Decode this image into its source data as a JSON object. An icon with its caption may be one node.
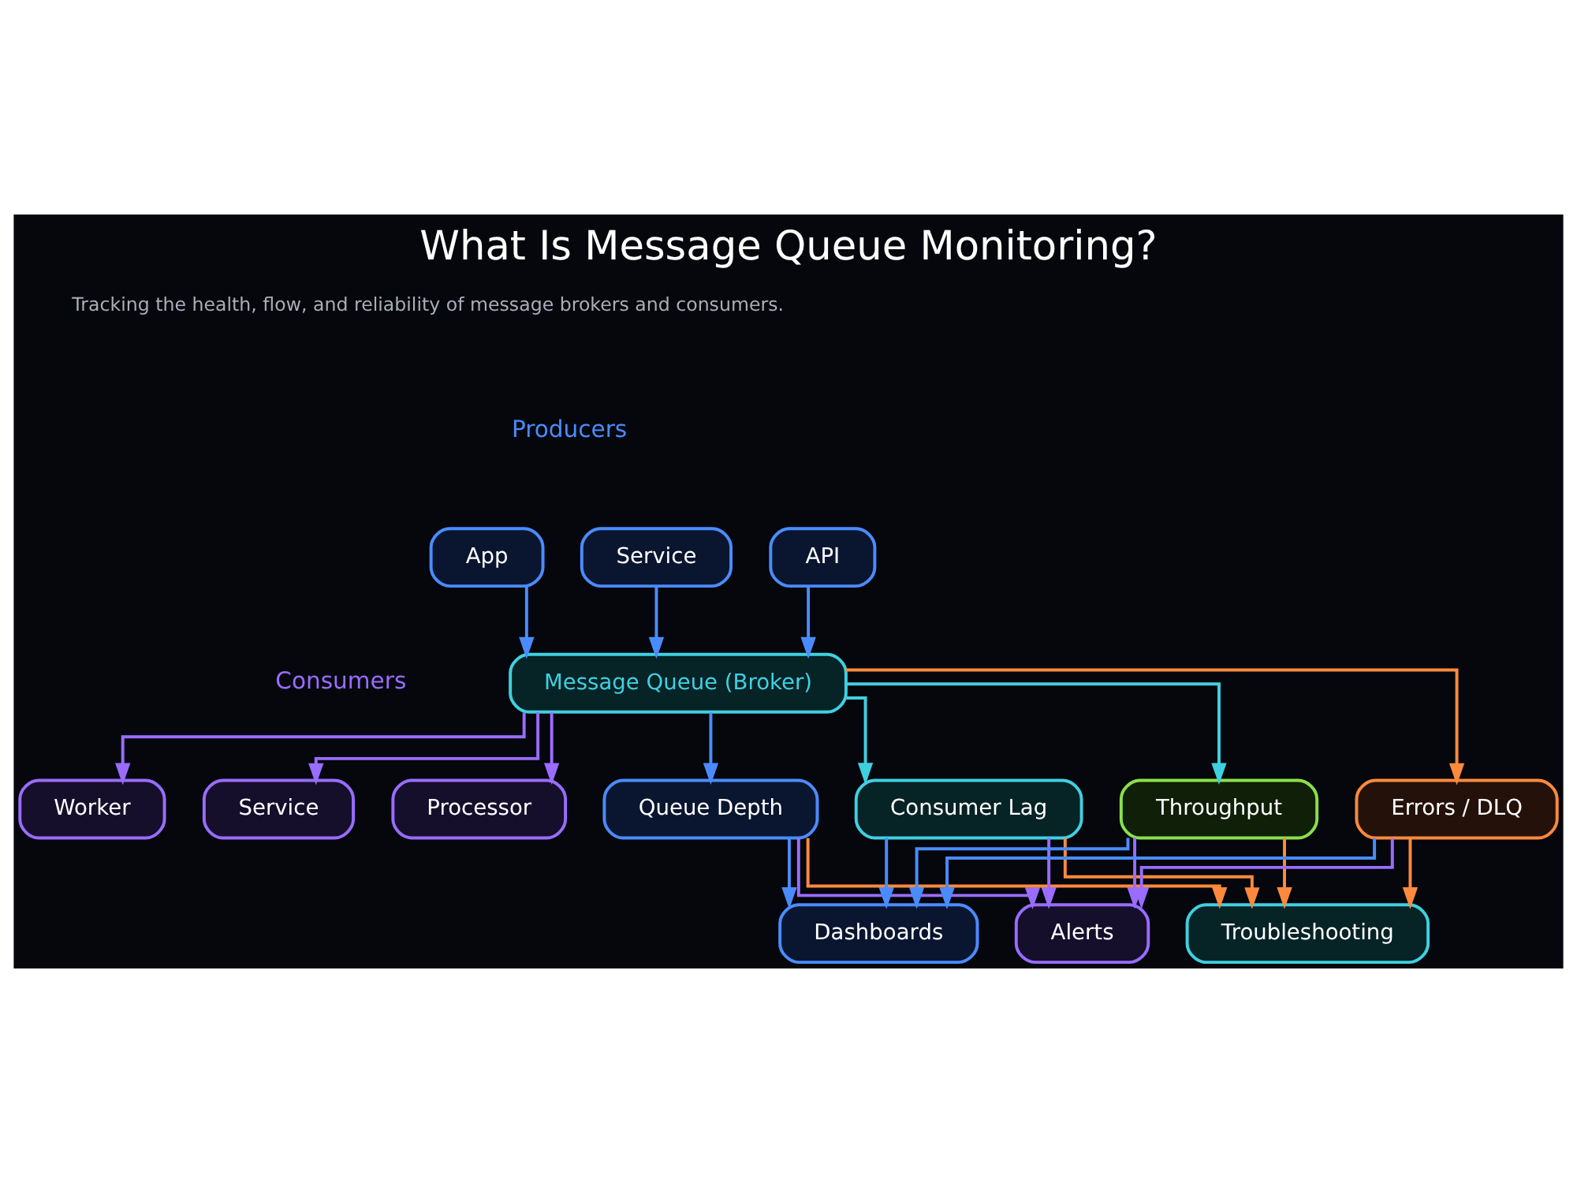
{
  "diagram": {
    "title": "What Is Message Queue Monitoring?",
    "nodes": [
      {
        "text": [
          "App"
        ]
      },
      {
        "text": [
          "Service"
        ]
      },
      {
        "text": [
          "API"
        ]
      },
      {
        "text": [
          "Message Queue (Broker)"
        ]
      },
      {
        "text": [
          "Worker"
        ]
      },
      {
        "text": [
          "Service"
        ]
      },
      {
        "text": [
          "Processor"
        ]
      },
      {
        "text": [
          "Queue Depth"
        ]
      },
      {
        "text": [
          "Consumer Lag"
        ]
      },
      {
        "text": [
          "Throughput"
        ]
      },
      {
        "text": [
          "Errors / DLQ"
        ]
      },
      {
        "text": [
          "Dashboards"
        ]
      },
      {
        "text": [
          "Alerts"
        ]
      },
      {
        "text": [
          "Troubleshooting"
        ]
      }
    ],
    "edges": [
      {
        "from": 0,
        "to": 3,
        "arrow": "to",
        "color": "#4a8cff"
      },
      {
        "from": 1,
        "to": 3,
        "arrow": "to",
        "color": "#4a8cff"
      },
      {
        "from": 2,
        "to": 3,
        "arrow": "to",
        "color": "#4a8cff"
      },
      {
        "from": 3,
        "to": 4,
        "arrow": "to",
        "color": "#9a6cff"
      },
      {
        "from": 3,
        "to": 5,
        "arrow": "to",
        "color": "#9a6cff"
      },
      {
        "from": 3,
        "to": 6,
        "arrow": "to",
        "color": "#9a6cff"
      },
      {
        "from": 3,
        "to": 7,
        "arrow": "to",
        "color": "#4a8cff"
      },
      {
        "from": 3,
        "to": 8,
        "arrow": "to",
        "color": "#3fd0e0"
      },
      {
        "from": 3,
        "to": 9,
        "arrow": "to",
        "color": "#3fd0e0"
      },
      {
        "from": 3,
        "to": 10,
        "arrow": "to",
        "color": "#ff8a3d"
      },
      {
        "from": 7,
        "to": 11,
        "arrow": "to",
        "color": "#4a8cff"
      },
      {
        "from": 7,
        "to": 12,
        "arrow": "to",
        "color": "#9a6cff"
      },
      {
        "from": 7,
        "to": 13,
        "arrow": "to",
        "color": "#ff8a3d"
      },
      {
        "from": 8,
        "to": 11,
        "arrow": "to",
        "color": "#4a8cff"
      },
      {
        "from": 8,
        "to": 12,
        "arrow": "to",
        "color": "#9a6cff"
      },
      {
        "from": 8,
        "to": 13,
        "arrow": "to",
        "color": "#ff8a3d"
      },
      {
        "from": 9,
        "to": 11,
        "arrow": "to",
        "color": "#4a8cff"
      },
      {
        "from": 9,
        "to": 12,
        "arrow": "to",
        "color": "#9a6cff"
      },
      {
        "from": 9,
        "to": 13,
        "arrow": "to",
        "color": "#ff8a3d"
      },
      {
        "from": 10,
        "to": 11,
        "arrow": "to",
        "color": "#4a8cff"
      },
      {
        "from": 10,
        "to": 12,
        "arrow": "to",
        "color": "#9a6cff"
      },
      {
        "from": 10,
        "to": 13,
        "arrow": "to",
        "color": "#ff8a3d"
      }
    ],
    "labels": [
      "Tracking the health, flow, and reliability of message brokers and consumers.",
      "Producers",
      "Consumers"
    ]
  }
}
